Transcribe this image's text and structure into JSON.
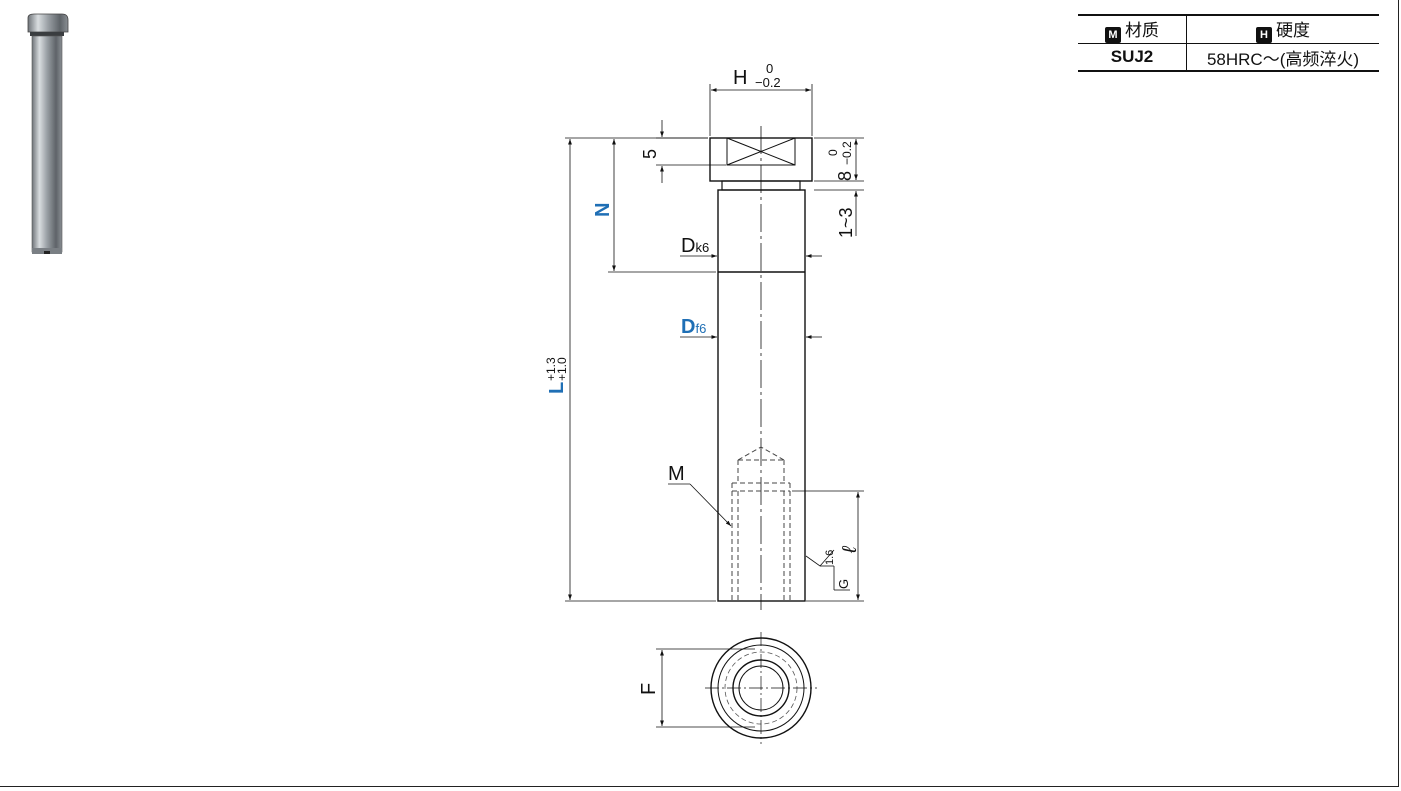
{
  "table": {
    "header_material_tag": "M",
    "header_material": "材质",
    "header_hardness_tag": "H",
    "header_hardness": "硬度",
    "material_value": "SUJ2",
    "hardness_value": "58HRC～(高频淬火)"
  },
  "dims": {
    "H": "H",
    "H_upper": "0",
    "H_lower": "−0.2",
    "five": "5",
    "eight": "8",
    "eight_upper": "0",
    "eight_lower": "−0.2",
    "one_three": "1~3",
    "N": "N",
    "Dk": "D",
    "Dk_sub": "k6",
    "Df": "D",
    "Df_sub": "f6",
    "L": "L",
    "L_upper": "+1.3",
    "L_lower": "+1.0",
    "M": "M",
    "ell": "ℓ",
    "roughness": "1.6",
    "G": "G",
    "F": "F"
  },
  "colors": {
    "accent": "#1f6fb5",
    "line": "#111111",
    "hidden": "#555555"
  }
}
